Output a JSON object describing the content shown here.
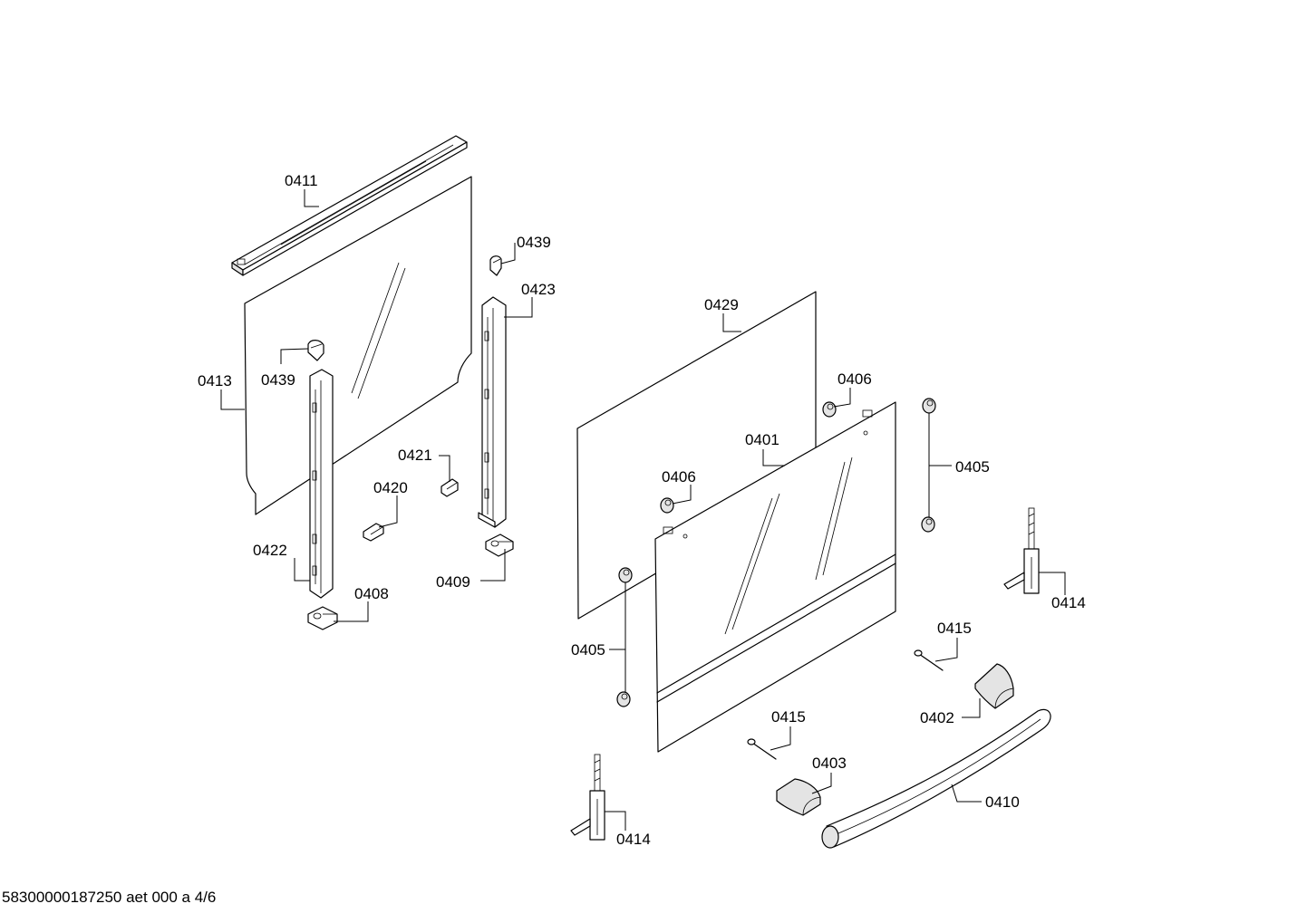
{
  "callouts": {
    "c0411": "0411",
    "c0439a": "0439",
    "c0423": "0423",
    "c0413": "0413",
    "c0439b": "0439",
    "c0421": "0421",
    "c0420": "0420",
    "c0422": "0422",
    "c0408": "0408",
    "c0409": "0409",
    "c0429": "0429",
    "c0406a": "0406",
    "c0406b": "0406",
    "c0401": "0401",
    "c0405a": "0405",
    "c0405b": "0405",
    "c0414a": "0414",
    "c0414b": "0414",
    "c0415a": "0415",
    "c0415b": "0415",
    "c0402": "0402",
    "c0403": "0403",
    "c0410": "0410"
  },
  "footer": {
    "document_id": "58300000187250 aet 000 a 4/6"
  }
}
